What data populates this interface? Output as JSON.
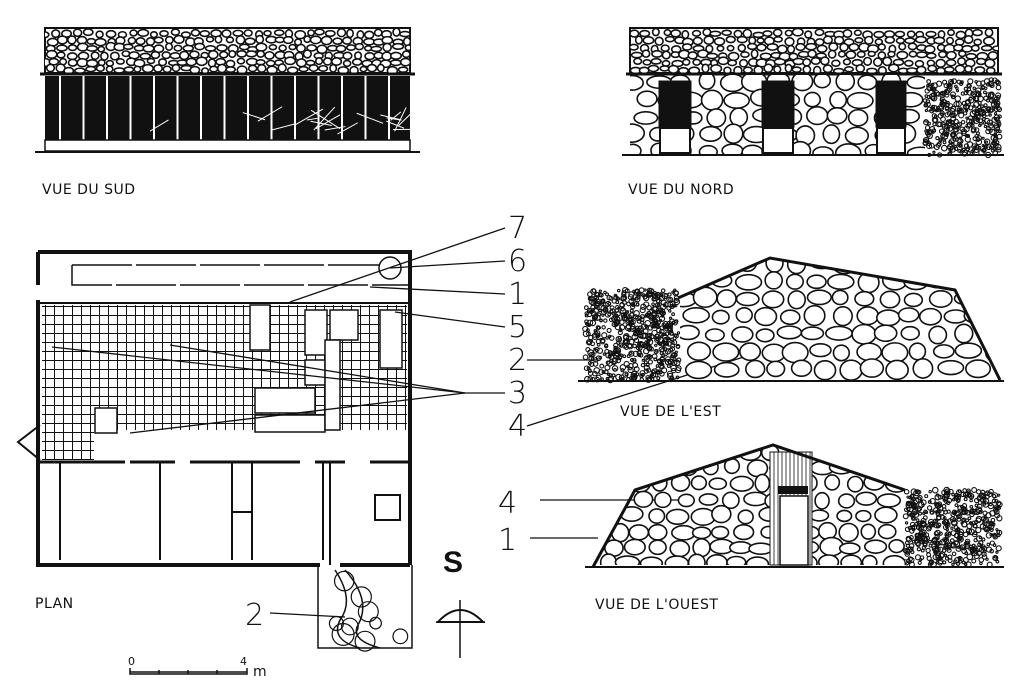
{
  "views": {
    "south": "VUE DU SUD",
    "north": "VUE DU NORD",
    "east": "VUE DE L'EST",
    "west": "VUE DE L'OUEST",
    "plan": "PLAN"
  },
  "plan_callouts": [
    "7",
    "6",
    "1",
    "5",
    "2",
    "3",
    "4"
  ],
  "garden_callout": "2",
  "west_callouts": [
    "4",
    "1"
  ],
  "compass": {
    "label": "S"
  },
  "scale_bar": {
    "start": "0",
    "end": "4",
    "unit": "m"
  }
}
